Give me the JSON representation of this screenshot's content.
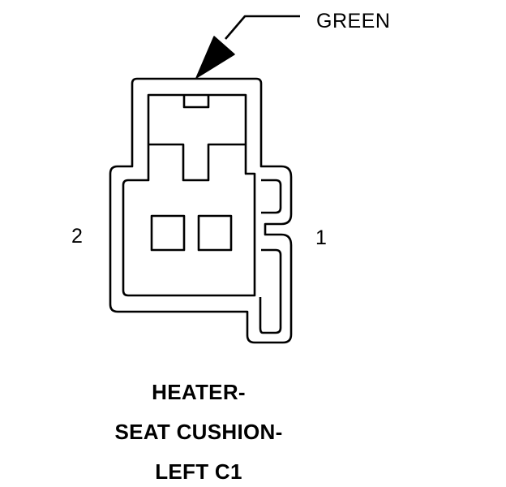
{
  "callout": {
    "label": "GREEN"
  },
  "pins": {
    "left": "2",
    "right": "1"
  },
  "caption": {
    "lines": [
      "HEATER-",
      "SEAT CUSHION-",
      "LEFT C1"
    ]
  },
  "colors": {
    "stroke": "#000000",
    "background": "#ffffff"
  }
}
